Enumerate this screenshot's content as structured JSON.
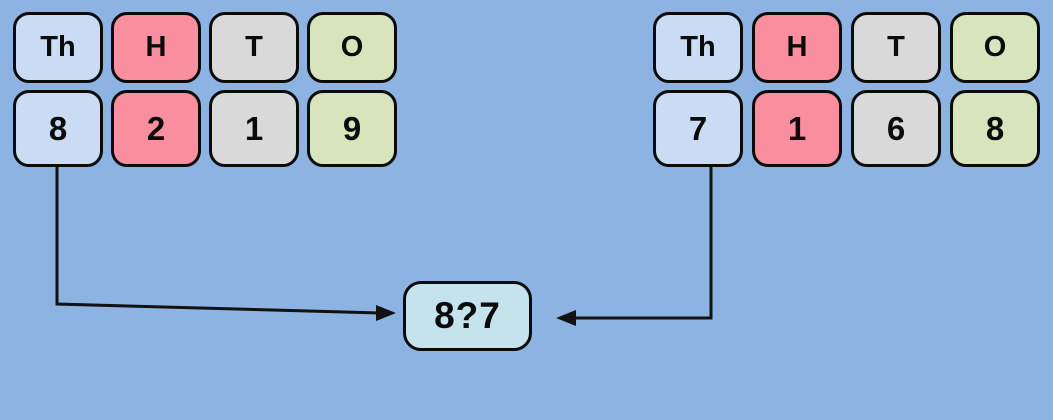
{
  "page": {
    "background": "#8DB3E2"
  },
  "palette": {
    "thousands_fill": "#C9DCF4",
    "hundreds_fill": "#F98E9E",
    "tens_fill": "#D9D9D9",
    "ones_fill": "#D8E4BC",
    "comparison_fill": "#C5E3EC",
    "line_color": "#111111"
  },
  "left_number": {
    "headers": [
      "Th",
      "H",
      "T",
      "O"
    ],
    "digits": [
      "8",
      "2",
      "1",
      "9"
    ]
  },
  "right_number": {
    "headers": [
      "Th",
      "H",
      "T",
      "O"
    ],
    "digits": [
      "7",
      "1",
      "6",
      "8"
    ]
  },
  "comparison": {
    "text": "8?7"
  }
}
